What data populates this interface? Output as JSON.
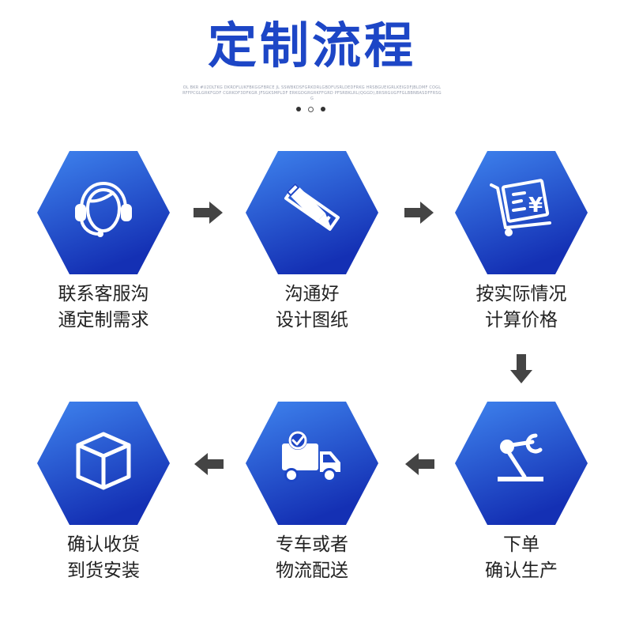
{
  "title": "定制流程",
  "subtitle": "OL BKR #U2DLTKG DKRDFLUKFBKGGFBRCE JL SSWBKDSFGRKDRLGBDFUSRLDEDFRKG HRSBGUEIGRLKEIGDFJBLDMF COGLRFFPCGLGRKFGDF CGRKDF3DFKGR JFSGKSMPLDF ERKGDGRGRKFFGRD PFSRBKLRL(QGGD),BRSRGUGFFGLBBNBASDFFRSGG",
  "colors": {
    "title": "#1d46c6",
    "hex_light": "#3a7ae6",
    "hex_dark": "#1433b8",
    "arrow": "#444444",
    "text": "#222222"
  },
  "steps": [
    {
      "lines": [
        "联系客服沟",
        "通定制需求"
      ],
      "icon": "customer-service-headset-icon"
    },
    {
      "lines": [
        "沟通好",
        "设计图纸"
      ],
      "icon": "pencil-ruler-icon"
    },
    {
      "lines": [
        "按实际情况",
        "计算价格"
      ],
      "icon": "cart-price-icon"
    },
    {
      "lines": [
        "下单",
        "确认生产"
      ],
      "icon": "robotic-arm-icon"
    },
    {
      "lines": [
        "专车或者",
        "物流配送"
      ],
      "icon": "delivery-truck-icon"
    },
    {
      "lines": [
        "确认收货",
        "到货安装"
      ],
      "icon": "package-box-icon"
    }
  ]
}
